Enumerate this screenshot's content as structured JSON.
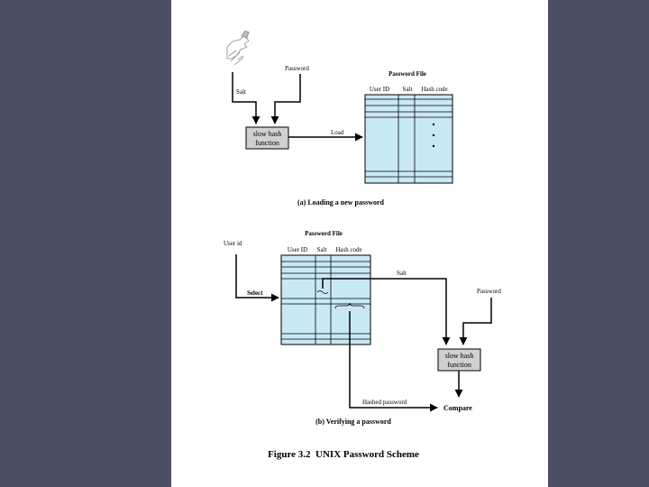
{
  "part_a": {
    "password_label": "Password",
    "salt_label": "Salt",
    "hash_box_line1": "slow hash",
    "hash_box_line2": "function",
    "load_label": "Load",
    "file_title": "Password File",
    "columns": [
      "User ID",
      "Salt",
      "Hash code"
    ],
    "caption": "(a) Loading a new password"
  },
  "part_b": {
    "user_id_label": "User id",
    "select_label": "Select",
    "file_title": "Password File",
    "columns": [
      "User ID",
      "Salt",
      "Hash code"
    ],
    "salt_label": "Salt",
    "password_label": "Password",
    "hash_box_line1": "slow hash",
    "hash_box_line2": "function",
    "hashed_password_label": "Hashed password",
    "compare_label": "Compare",
    "caption": "(b) Verifying a password"
  },
  "figure_caption": "Figure 3.2  UNIX Password Scheme",
  "colors": {
    "table_fill": "#c8e8f4",
    "box_fill": "#d0d0d0",
    "background": "#4b5063"
  }
}
